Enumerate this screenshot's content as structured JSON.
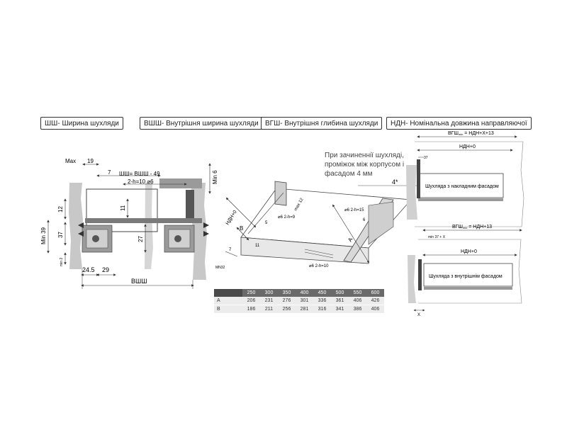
{
  "legend": [
    {
      "text": "ШШ- Ширина шухляди"
    },
    {
      "text": "ВШШ- Внутрішня ширина шухляди"
    },
    {
      "text": "ВГШ- Внутрішня глибина шухляди"
    },
    {
      "text": "НДН- Номінальна довжина направляючої"
    }
  ],
  "section": {
    "max": "Max",
    "d19": "19",
    "d7": "7",
    "width_eq": "ШШ= ВШШ - 49",
    "min6": "Min 6",
    "hole": "2-h=10 ⌀6",
    "d12": "12",
    "d11": "11",
    "d37": "37",
    "d27": "27",
    "min39": "Min 39",
    "min2": "min 2",
    "d245": "24.5",
    "d29": "29",
    "vshsh": "ВШШ"
  },
  "iso": {
    "note": [
      "При зачиненнії шухляді,",
      "проміжок між корпусом і",
      "фасадом 4 мм"
    ],
    "gap": "4*",
    "ndn": "НДН+0",
    "max12": "max 12",
    "b": "B",
    "a": "A",
    "d6a": "⌀6  2-h=15",
    "d6b": "⌀6  2-h=9",
    "d6c": "⌀6  2-h=10",
    "d6": "6",
    "d5": "5",
    "d11": "11",
    "d7": "7",
    "min32": "MN32"
  },
  "side1": {
    "vgsh_prefix": "ВГШ",
    "vgsh_sub": "min",
    "vgsh_suffix": " = НДН+X+13",
    "ndn": "НДН+0",
    "d37": "37",
    "label": "Шухляда з накладним фасадом"
  },
  "side2": {
    "vgsh_prefix": "ВГШ",
    "vgsh_sub": "min",
    "vgsh_suffix": " = НДН+13",
    "min": "min 37 + X",
    "ndn": "НДН+0",
    "label": "Шухляда з внутрішнім фасадом",
    "x": "X"
  },
  "table": {
    "header": [
      "",
      "250",
      "300",
      "350",
      "400",
      "450",
      "500",
      "550",
      "600"
    ],
    "rows": [
      [
        "A",
        "206",
        "231",
        "276",
        "301",
        "336",
        "361",
        "406",
        "426"
      ],
      [
        "B",
        "186",
        "211",
        "256",
        "281",
        "316",
        "341",
        "386",
        "406"
      ]
    ]
  }
}
